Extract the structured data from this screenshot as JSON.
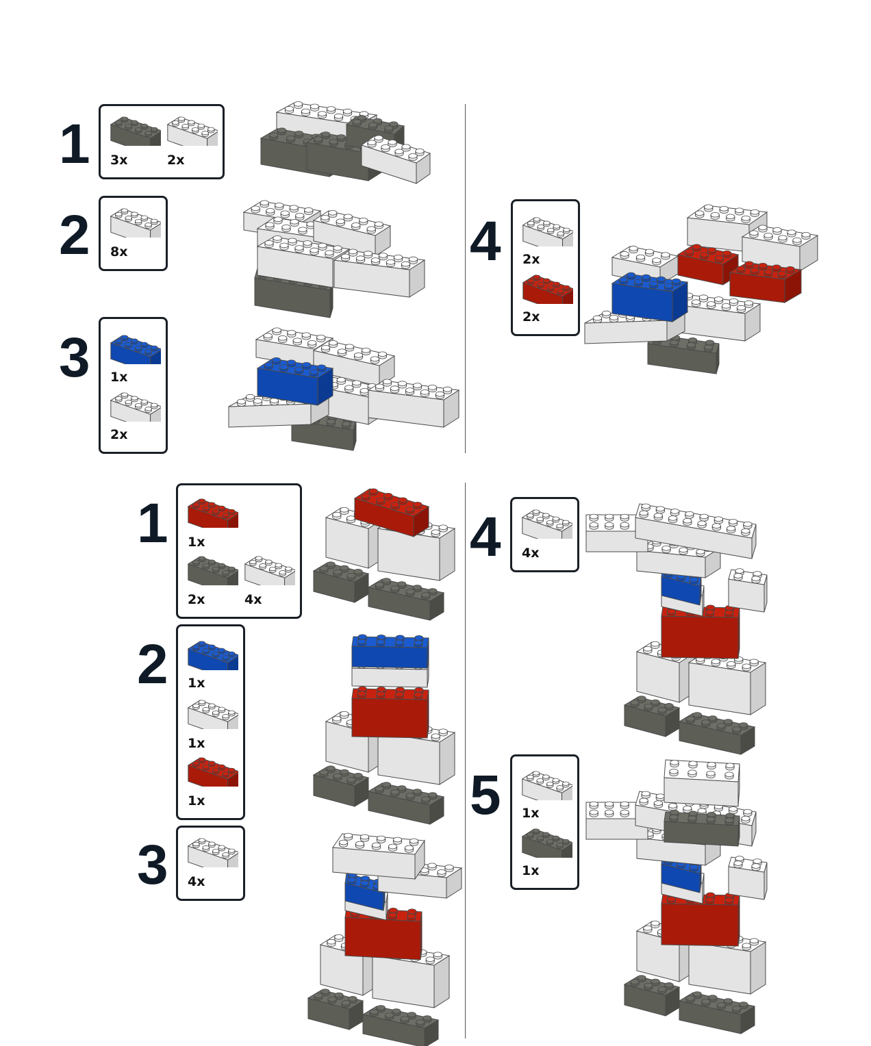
{
  "colors": {
    "white": [
      "#ffffff",
      "#e4e4e4",
      "#cfcfcf"
    ],
    "dark": [
      "#6d6e66",
      "#5d5e56",
      "#4b4c45"
    ],
    "red": [
      "#c8220f",
      "#aa1a09",
      "#8c1406"
    ],
    "blue": [
      "#1a5bd0",
      "#0f48b0",
      "#0b3a92"
    ],
    "outline": "#4a4a4a"
  },
  "top_sequence": {
    "steps": [
      {
        "number": "1",
        "parts": [
          {
            "color": "dark",
            "qty": "3x"
          },
          {
            "color": "white",
            "qty": "2x"
          }
        ]
      },
      {
        "number": "2",
        "parts": [
          {
            "color": "white",
            "qty": "8x"
          }
        ]
      },
      {
        "number": "3",
        "parts": [
          {
            "color": "blue",
            "qty": "1x"
          },
          {
            "color": "white",
            "qty": "2x"
          }
        ]
      },
      {
        "number": "4",
        "parts": [
          {
            "color": "white",
            "qty": "2x"
          },
          {
            "color": "red",
            "qty": "2x"
          }
        ]
      }
    ]
  },
  "bottom_sequence": {
    "steps": [
      {
        "number": "1",
        "parts": [
          {
            "color": "red",
            "qty": "1x"
          },
          {
            "color": "dark",
            "qty": "2x"
          },
          {
            "color": "white",
            "qty": "4x"
          }
        ]
      },
      {
        "number": "2",
        "parts": [
          {
            "color": "blue",
            "qty": "1x"
          },
          {
            "color": "white",
            "qty": "1x"
          },
          {
            "color": "red",
            "qty": "1x"
          }
        ]
      },
      {
        "number": "3",
        "parts": [
          {
            "color": "white",
            "qty": "4x"
          }
        ]
      },
      {
        "number": "4",
        "parts": [
          {
            "color": "white",
            "qty": "4x"
          }
        ]
      },
      {
        "number": "5",
        "parts": [
          {
            "color": "white",
            "qty": "1x"
          },
          {
            "color": "dark",
            "qty": "1x"
          }
        ]
      }
    ]
  }
}
